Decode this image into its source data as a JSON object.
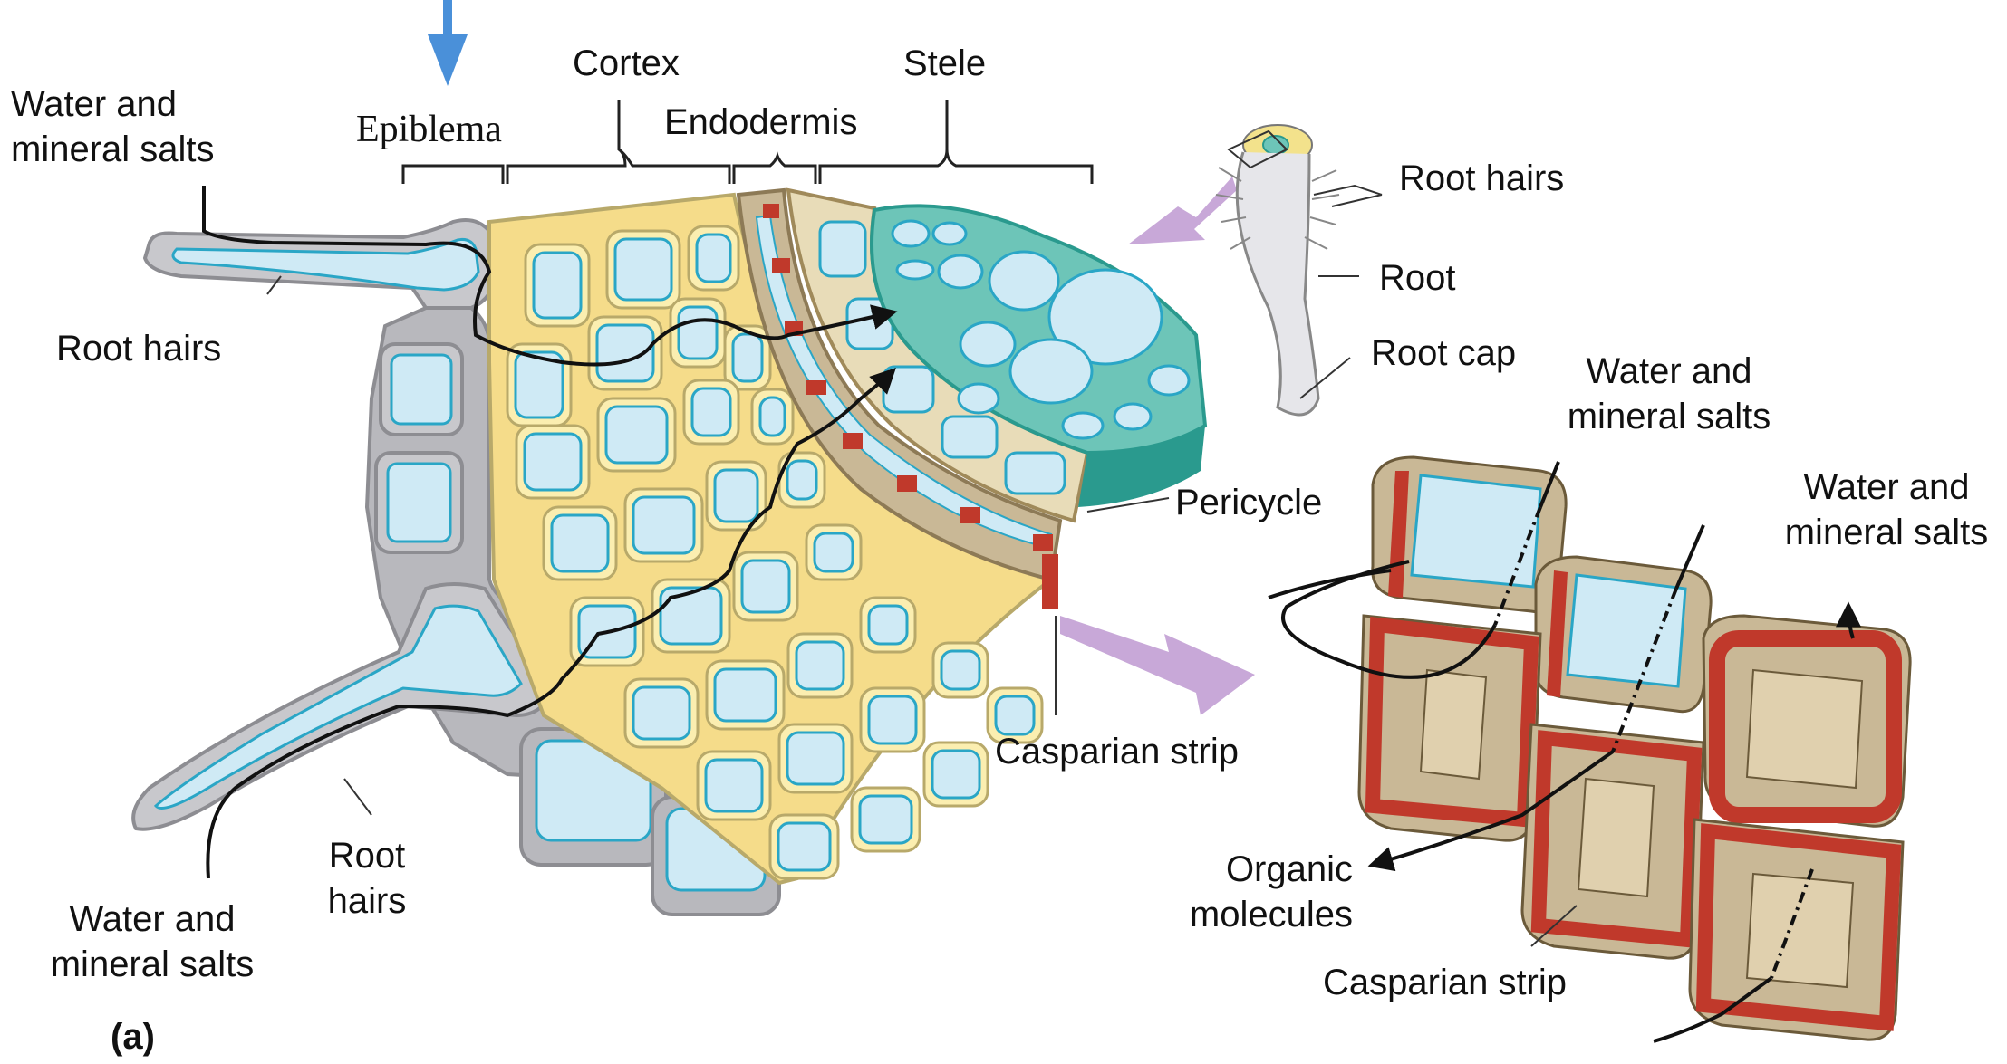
{
  "labels": {
    "water_top_left": "Water and\nmineral salts",
    "epiblema": "Epiblema",
    "cortex": "Cortex",
    "endodermis": "Endodermis",
    "stele": "Stele",
    "root_hairs_left": "Root hairs",
    "root_hairs_bottom": "Root\nhairs",
    "water_bottom_left": "Water and\nmineral salts",
    "panel": "(a)",
    "root_hairs_inset": "Root hairs",
    "root": "Root",
    "root_cap": "Root cap",
    "water_mid_right": "Water and\nmineral salts",
    "water_far_right": "Water and\nmineral salts",
    "pericycle": "Pericycle",
    "casparian_strip_mid": "Casparian strip",
    "organic_molecules": "Organic\nmolecules",
    "casparian_strip_bottom": "Casparian strip"
  },
  "colors": {
    "epidermis_fill": "#c8c8cc",
    "epidermis_edge": "#8d8d92",
    "cortex_fill": "#fbeeb0",
    "cortex_edge": "#b8a96a",
    "vacuole": "#cfeaf5",
    "vacuole_edge": "#2aa6c6",
    "stele_fill": "#6dc5b8",
    "stele_dark": "#2a9a8e",
    "endodermis_fill": "#c9b896",
    "casparian": "#c0392b",
    "indicator_arrow": "#4a90d9",
    "pathway_arrow": "#c8a8d8"
  }
}
